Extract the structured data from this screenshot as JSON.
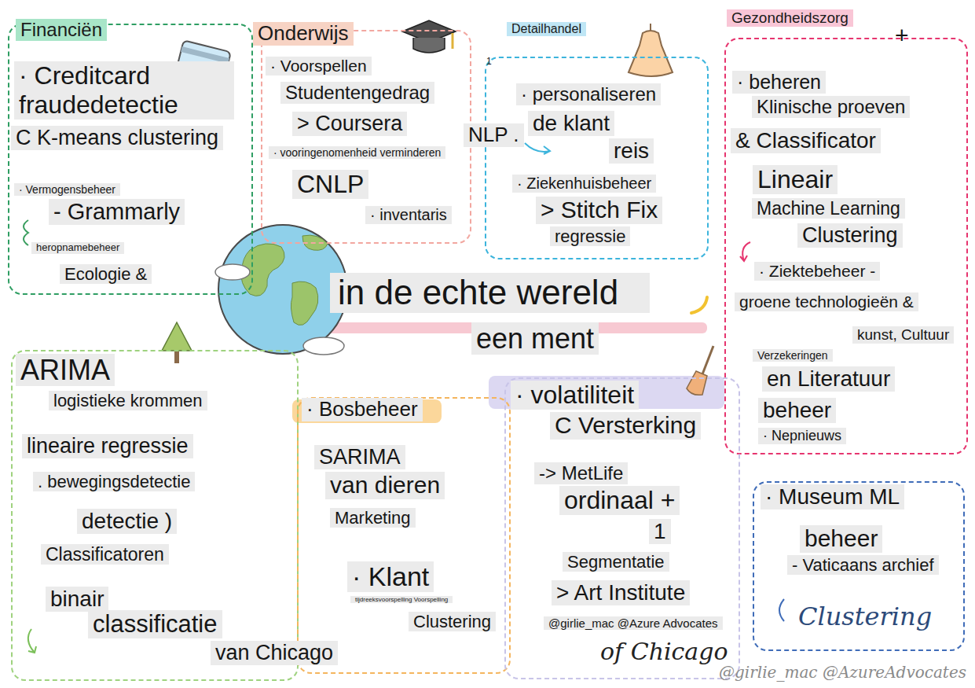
{
  "diagram": {
    "title": "in de echte wereld",
    "nodes": [
      {
        "text": [
          "Financiën",
          "· Creditcard fraudedetectie",
          "C K-means clustering",
          "· Vermogensbeheer",
          "- Grammarly",
          "heropnamebeheer",
          "Ecologie &"
        ]
      },
      {
        "text": [
          "Onderwijs",
          "· Voorspellen",
          "Studentengedrag",
          "> Coursera",
          "· vooringenomenheid verminderen",
          "CNLP",
          "· inventaris"
        ]
      },
      {
        "text": [
          "Detailhandel",
          "· personaliseren",
          "de klant",
          "reis",
          "· Ziekenhuisbeheer",
          "> Stitch Fix",
          "regressie"
        ]
      },
      {
        "text": [
          "Gezondheidszorg",
          "· beheren",
          "Klinische proeven",
          "& Classificator",
          "Lineair",
          "Machine Learning",
          "Clustering",
          "· Ziektebeheer -",
          "groene technologieën &",
          "Verzekeringen",
          "kunst, Cultuur",
          "en Literatuur",
          "beheer",
          "· Nepnieuws"
        ]
      },
      {
        "text": [
          "ARIMA",
          "logistieke krommen",
          "lineaire regressie",
          ". bewegingsdetectie",
          "detectie )",
          "Classificatoren",
          "binair",
          "classificatie"
        ]
      },
      {
        "text": [
          "· Bosbeheer",
          "SARIMA",
          "van dieren",
          "Marketing",
          "· Klant",
          "tijdreeksvoorspelling Voorspelling",
          "Clustering"
        ]
      },
      {
        "text": [
          "· volatiliteit",
          "C Versterking",
          "-> MetLife",
          "ordinaal +",
          "1",
          "Segmentatie",
          "> Art Institute",
          "of Chicago"
        ]
      },
      {
        "text": [
          "· Museum ML",
          "beheer",
          "- Vaticaans archief",
          "Clustering"
        ]
      }
    ],
    "labels": [
      "een ment",
      "+",
      "1",
      "NLP .",
      "van Chicago",
      "@girlie_mac @Azure Advocates",
      "@girlie_mac @AzureAdvocates"
    ]
  }
}
